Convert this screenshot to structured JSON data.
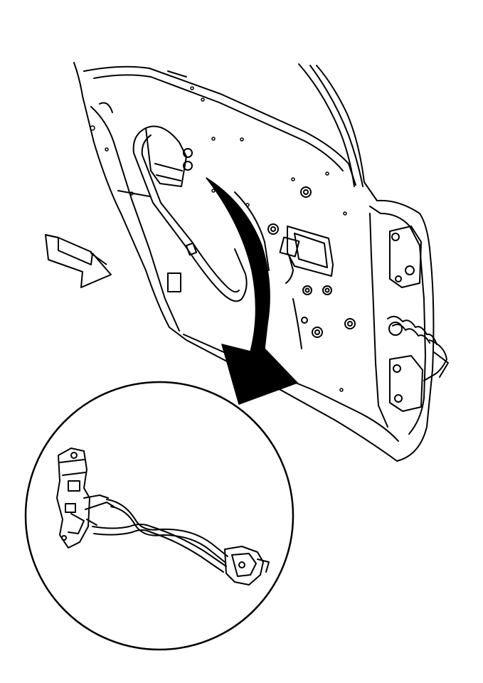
{
  "diagram": {
    "labels": [],
    "colors": {
      "line": "#000000",
      "fill": "#ffffff",
      "arrow": "#000000"
    },
    "elements": {
      "door": "door-shell",
      "detail": "latch-cable-assembly",
      "callout": "magnification-arrow",
      "direction": "view-direction-arrow"
    }
  }
}
